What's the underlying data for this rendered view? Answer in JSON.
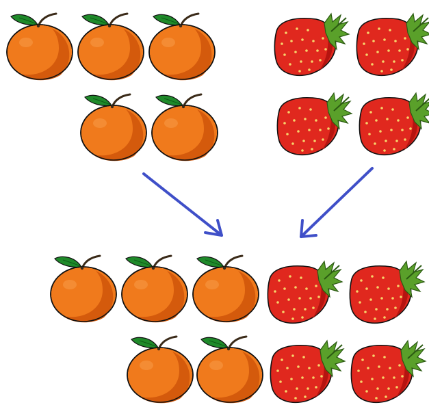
{
  "groups": {
    "top_left": {
      "fruit": "orange",
      "count": 5
    },
    "top_right": {
      "fruit": "strawberry",
      "count": 4
    },
    "bottom": {
      "oranges": 5,
      "strawberries": 4
    }
  },
  "icons": [
    "orange-icon",
    "strawberry-icon",
    "arrow-icon"
  ],
  "colors": {
    "orange_body": "#f07a1c",
    "orange_shade": "#d45a0c",
    "orange_highlight": "#f89a48",
    "leaf": "#1f8a2a",
    "stem": "#3a2a18",
    "strawberry_body": "#e0281e",
    "strawberry_shade": "#b51410",
    "strawberry_seed": "#f6d36a",
    "strawberry_leaf": "#5aa02a",
    "arrow": "#3f4fc8",
    "outline": "#111111"
  }
}
